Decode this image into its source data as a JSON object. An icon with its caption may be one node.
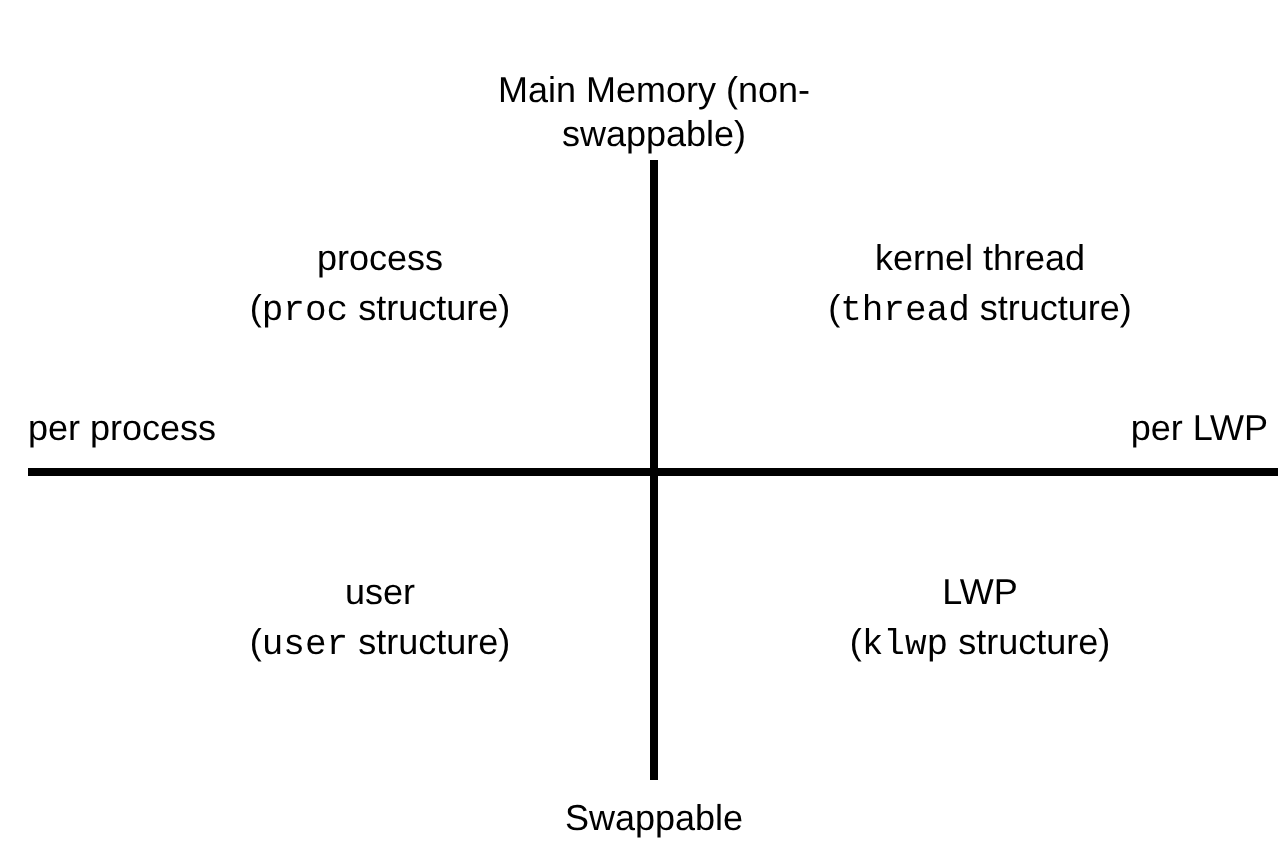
{
  "diagram": {
    "labels": [
      "Main Memory (non-swappable)",
      "process",
      "(proc structure)",
      "kernel thread",
      "(thread structure)",
      "per process",
      "per LWP",
      "user",
      "(user structure)",
      "LWP",
      "(klwp structure)",
      "Swappable"
    ]
  }
}
